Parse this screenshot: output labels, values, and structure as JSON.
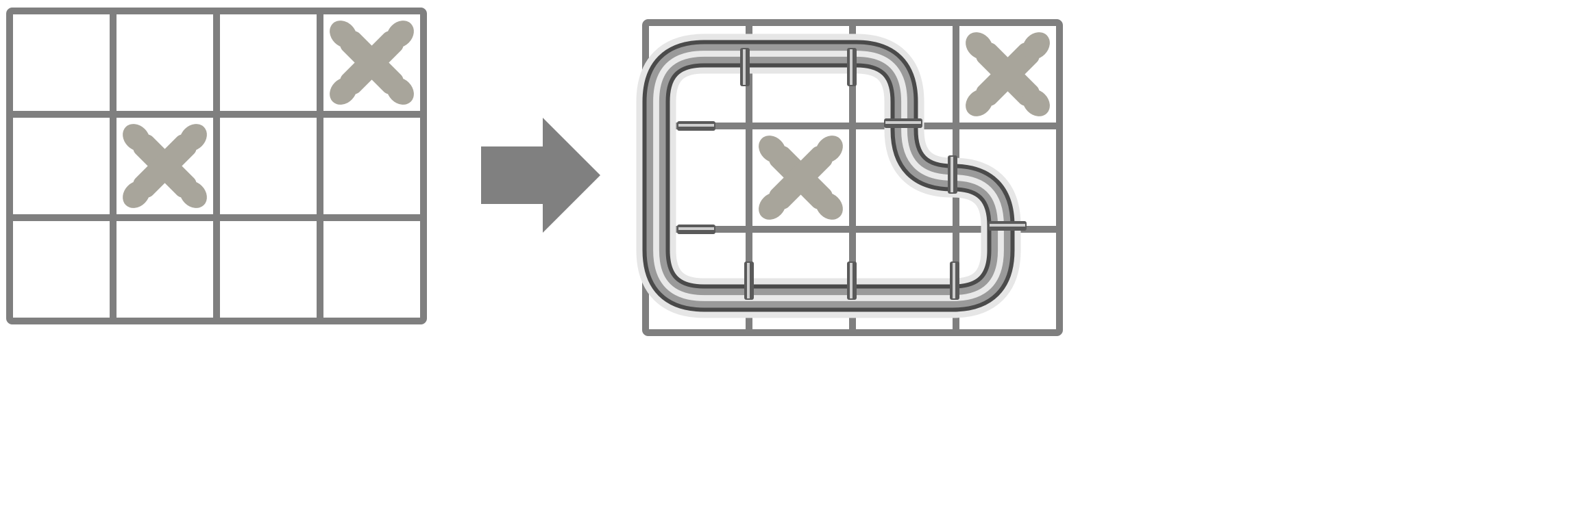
{
  "colors": {
    "grid_line": "#7f7f7f",
    "blocked_mark": "#a8a59b",
    "arrow": "#808080",
    "pipe_dark": "#4a4a4a",
    "pipe_mid": "#9a9a9a",
    "pipe_light": "#f2f2f2",
    "flange": "#5a5a5a",
    "background": "#ffffff"
  },
  "icons": {
    "blocked_cell": "cross-mark-icon",
    "transition": "right-arrow-icon",
    "pipe": "pipe-segment-icon"
  },
  "left_grid": {
    "rows": 3,
    "cols": 4,
    "blocked_cells": [
      [
        0,
        3
      ],
      [
        1,
        1
      ]
    ]
  },
  "right_grid": {
    "rows": 3,
    "cols": 4,
    "blocked_cells": [
      [
        0,
        3
      ],
      [
        1,
        1
      ]
    ],
    "pipe_loop_cells": [
      [
        0,
        0
      ],
      [
        0,
        1
      ],
      [
        0,
        2
      ],
      [
        1,
        2
      ],
      [
        1,
        3
      ],
      [
        2,
        3
      ],
      [
        2,
        2
      ],
      [
        2,
        1
      ],
      [
        2,
        0
      ],
      [
        1,
        0
      ]
    ]
  }
}
